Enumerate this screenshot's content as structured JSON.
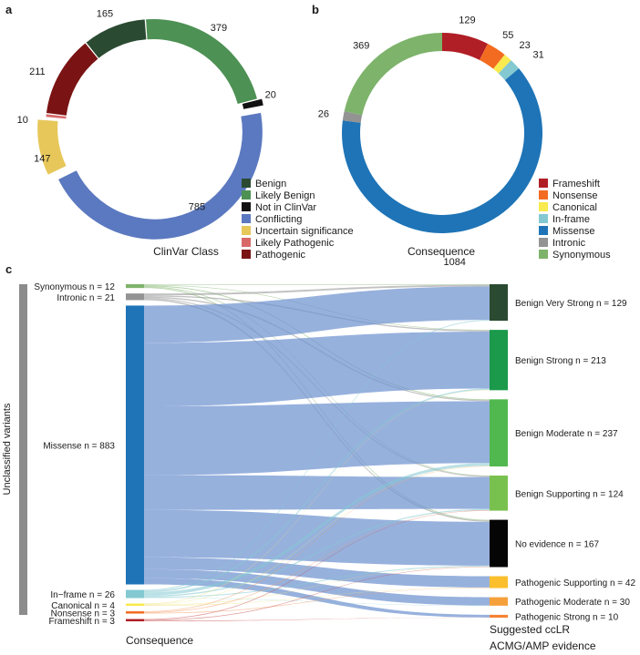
{
  "chart_data": [
    {
      "panel": "a",
      "type": "pie",
      "title": "ClinVar Class",
      "categories": [
        "Benign",
        "Likely Benign",
        "Not in ClinVar",
        "Conflicting",
        "Uncertain significance",
        "Likely Pathogenic",
        "Pathogenic"
      ],
      "colors": [
        "#2b4a32",
        "#4d9154",
        "#111111",
        "#5b79c0",
        "#e7c75a",
        "#d86868",
        "#7a1313"
      ],
      "slices": [
        {
          "label": "Benign",
          "value": 165
        },
        {
          "label": "Likely Benign",
          "value": 379
        },
        {
          "label": "Not in ClinVar",
          "value": 20
        },
        {
          "label": "Conflicting",
          "value": 785
        },
        {
          "label": "Uncertain significance",
          "value": 147
        },
        {
          "label": "Likely Pathogenic",
          "value": 10
        },
        {
          "label": "Pathogenic",
          "value": 211
        }
      ],
      "legend_position": "bottom-right"
    },
    {
      "panel": "b",
      "type": "pie",
      "title": "Consequence",
      "categories": [
        "Frameshift",
        "Nonsense",
        "Canonical",
        "In-frame",
        "Missense",
        "Intronic",
        "Synonymous"
      ],
      "colors": [
        "#b01e26",
        "#f26b21",
        "#f8ea4f",
        "#84c9d1",
        "#1e74b6",
        "#939393",
        "#7db36a"
      ],
      "slices": [
        {
          "label": "Frameshift",
          "value": 129
        },
        {
          "label": "Nonsense",
          "value": 55
        },
        {
          "label": "Canonical",
          "value": 23
        },
        {
          "label": "In-frame",
          "value": 31
        },
        {
          "label": "Missense",
          "value": 1084
        },
        {
          "label": "Intronic",
          "value": 26
        },
        {
          "label": "Synonymous",
          "value": 369
        }
      ],
      "legend_position": "bottom-right"
    },
    {
      "panel": "c",
      "type": "sankey",
      "side_label": "Unclassified variants",
      "left_axis_label": "Consequence",
      "right_axis_label": [
        "Suggested ccLR",
        "ACMG/AMP evidence"
      ],
      "left_nodes": [
        {
          "label": "Synonymous n = 12",
          "value": 12,
          "color": "#7db36a"
        },
        {
          "label": "Intronic n = 21",
          "value": 21,
          "color": "#939393"
        },
        {
          "label": "Missense n = 883",
          "value": 883,
          "color": "#1e74b6"
        },
        {
          "label": "In−frame n = 26",
          "value": 26,
          "color": "#84c9d1"
        },
        {
          "label": "Canonical n = 4",
          "value": 4,
          "color": "#f8ea4f"
        },
        {
          "label": "Nonsense n = 3",
          "value": 3,
          "color": "#f26b21"
        },
        {
          "label": "Frameshift n = 3",
          "value": 3,
          "color": "#b01e26"
        }
      ],
      "right_nodes": [
        {
          "label": "Benign Very Strong n = 129",
          "value": 129,
          "color": "#2b4a32"
        },
        {
          "label": "Benign Strong n = 213",
          "value": 213,
          "color": "#1a9a4a"
        },
        {
          "label": "Benign Moderate n = 237",
          "value": 237,
          "color": "#50b84f"
        },
        {
          "label": "Benign Supporting n = 124",
          "value": 124,
          "color": "#79c14f"
        },
        {
          "label": "No evidence n = 167",
          "value": 167,
          "color": "#050505"
        },
        {
          "label": "Pathogenic Supporting n = 42",
          "value": 42,
          "color": "#fbbf2c"
        },
        {
          "label": "Pathogenic Moderate n = 30",
          "value": 30,
          "color": "#f5a13b"
        },
        {
          "label": "Pathogenic Strong n = 10",
          "value": 10,
          "color": "#f58231"
        }
      ],
      "flows": [
        {
          "source": "Synonymous",
          "target": "Benign Very Strong",
          "value": 2
        },
        {
          "source": "Synonymous",
          "target": "Benign Strong",
          "value": 2
        },
        {
          "source": "Synonymous",
          "target": "Benign Moderate",
          "value": 3
        },
        {
          "source": "Synonymous",
          "target": "Benign Supporting",
          "value": 2
        },
        {
          "source": "Synonymous",
          "target": "No evidence",
          "value": 3
        },
        {
          "source": "Intronic",
          "target": "Benign Very Strong",
          "value": 6
        },
        {
          "source": "Intronic",
          "target": "Benign Strong",
          "value": 4
        },
        {
          "source": "Intronic",
          "target": "Benign Moderate",
          "value": 4
        },
        {
          "source": "Intronic",
          "target": "Benign Supporting",
          "value": 3
        },
        {
          "source": "Intronic",
          "target": "No evidence",
          "value": 4
        },
        {
          "source": "Missense",
          "target": "Benign Very Strong",
          "value": 118
        },
        {
          "source": "Missense",
          "target": "Benign Strong",
          "value": 201
        },
        {
          "source": "Missense",
          "target": "Benign Moderate",
          "value": 218
        },
        {
          "source": "Missense",
          "target": "Benign Supporting",
          "value": 110
        },
        {
          "source": "Missense",
          "target": "No evidence",
          "value": 150
        },
        {
          "source": "Missense",
          "target": "Pathogenic Supporting",
          "value": 38
        },
        {
          "source": "Missense",
          "target": "Pathogenic Moderate",
          "value": 28
        },
        {
          "source": "Missense",
          "target": "Pathogenic Strong",
          "value": 20
        },
        {
          "source": "In-frame",
          "target": "Benign Very Strong",
          "value": 3
        },
        {
          "source": "In-frame",
          "target": "Benign Strong",
          "value": 5
        },
        {
          "source": "In-frame",
          "target": "Benign Moderate",
          "value": 10
        },
        {
          "source": "In-frame",
          "target": "Benign Supporting",
          "value": 4
        },
        {
          "source": "In-frame",
          "target": "No evidence",
          "value": 3
        },
        {
          "source": "In-frame",
          "target": "Pathogenic Moderate",
          "value": 1
        },
        {
          "source": "Canonical",
          "target": "Benign Strong",
          "value": 1
        },
        {
          "source": "Canonical",
          "target": "Benign Moderate",
          "value": 1
        },
        {
          "source": "Canonical",
          "target": "No evidence",
          "value": 1
        },
        {
          "source": "Canonical",
          "target": "Pathogenic Supporting",
          "value": 1
        },
        {
          "source": "Nonsense",
          "target": "Benign Moderate",
          "value": 1
        },
        {
          "source": "Nonsense",
          "target": "Benign Supporting",
          "value": 1
        },
        {
          "source": "Nonsense",
          "target": "Pathogenic Supporting",
          "value": 1
        },
        {
          "source": "Frameshift",
          "target": "Benign Supporting",
          "value": 1
        },
        {
          "source": "Frameshift",
          "target": "No evidence",
          "value": 1
        },
        {
          "source": "Frameshift",
          "target": "Pathogenic Strong",
          "value": 1
        }
      ]
    }
  ]
}
